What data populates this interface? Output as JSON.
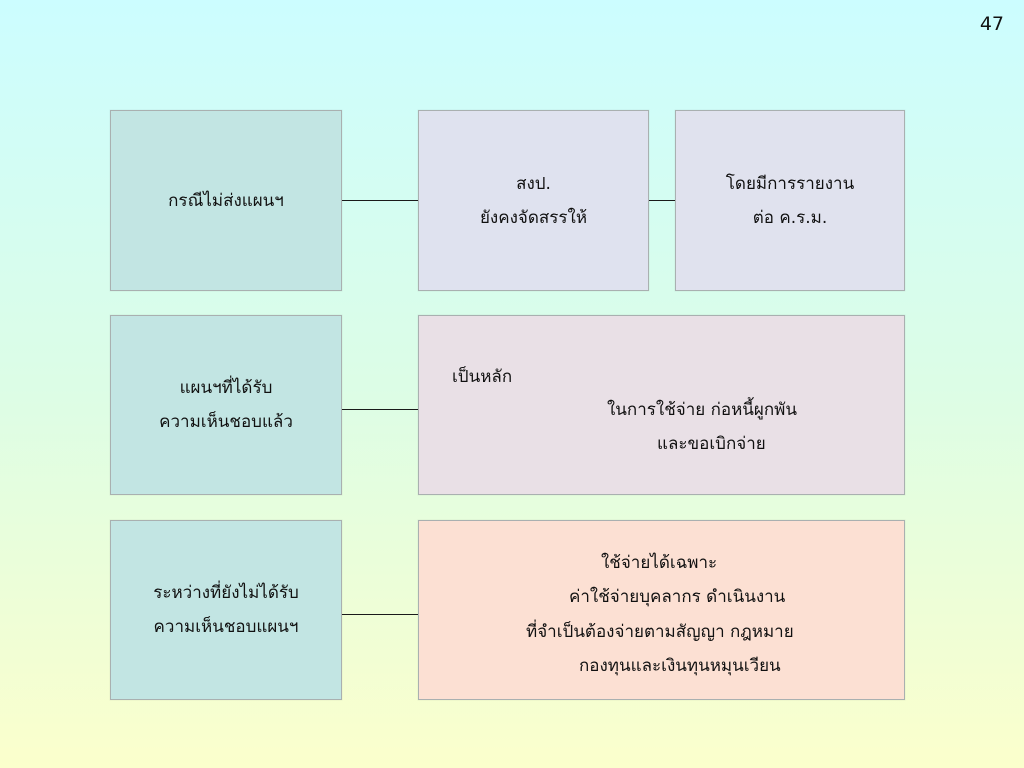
{
  "page": {
    "number": "47"
  },
  "rows": [
    {
      "label_lines": [
        "กรณีไม่ส่งแผนฯ"
      ],
      "middle_lines": [
        "สงป.",
        "ยังคงจัดสรรให้"
      ],
      "right_lines": [
        "โดยมีการรายงาน",
        "ต่อ ค.ร.ม."
      ]
    },
    {
      "label_lines": [
        "แผนฯที่ได้รับ",
        "ความเห็นชอบแล้ว"
      ],
      "detail_lines": [
        "เป็นหลัก",
        "ในการใช้จ่าย  ก่อหนี้ผูกพัน",
        "และขอเบิกจ่าย"
      ]
    },
    {
      "label_lines": [
        "ระหว่างที่ยังไม่ได้รับ",
        "ความเห็นชอบแผนฯ"
      ],
      "detail_lines": [
        "ใช้จ่ายได้เฉพาะ",
        "ค่าใช้จ่ายบุคลากร  ดำเนินงาน",
        "ที่จำเป็นต้องจ่ายตามสัญญา กฎหมาย",
        "กองทุนและเงินทุนหมุนเวียน"
      ]
    }
  ],
  "colors": {
    "label_box": "#c2e5e3",
    "row1_middle_box": "#dfe2ef",
    "row1_right_box": "#e0e2ee",
    "row2_detail_box": "#e9e0e6",
    "row3_detail_box": "#fce0d3",
    "text": "#111111",
    "border": "#a9b0b0"
  }
}
